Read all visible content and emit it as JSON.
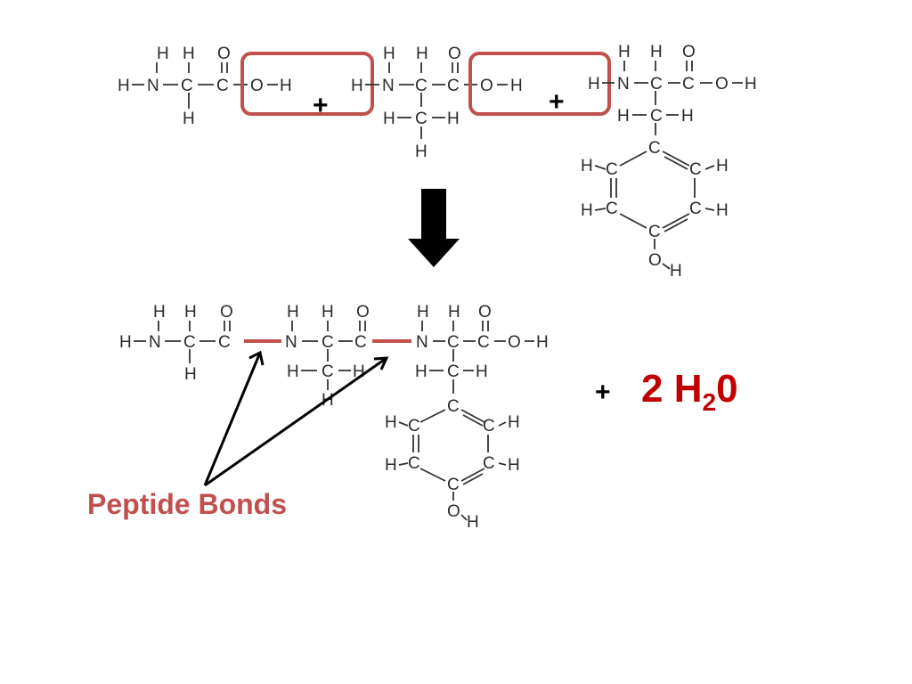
{
  "label": "Peptide Bonds",
  "operators": {
    "plus_top_1": "+",
    "plus_top_2": "+",
    "plus_bottom": "+"
  },
  "product": {
    "coefficient": "2 H",
    "subscript": "2",
    "tail": "0"
  },
  "atoms": {
    "H": "H",
    "N": "N",
    "C": "C",
    "O": "O",
    "OH": "O-H"
  },
  "colors": {
    "box": "#c0504d",
    "peptide_bond": "#c0504d",
    "water": "#c00000",
    "label": "#c0504d",
    "arrow": "#000000"
  }
}
